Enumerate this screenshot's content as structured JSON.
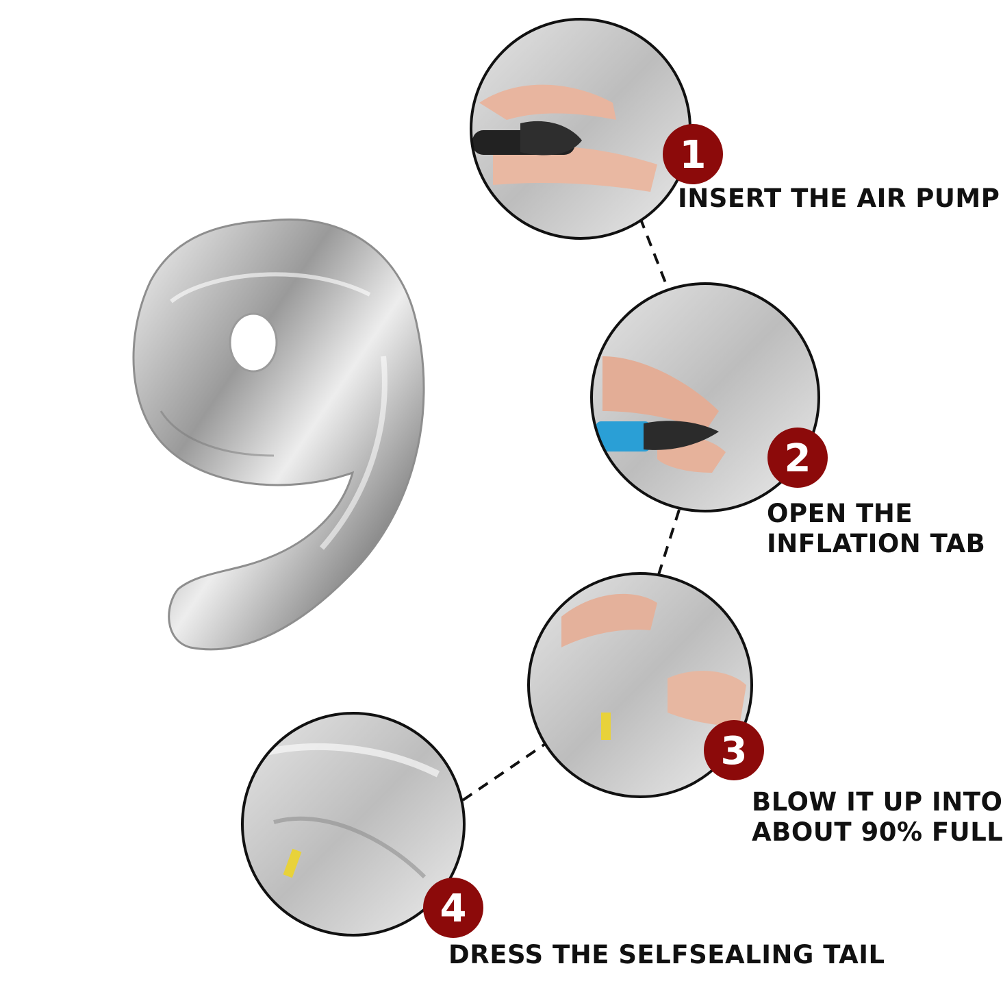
{
  "balloon": {
    "digit": "9",
    "color": "#c4c4c4"
  },
  "colors": {
    "badge": "#8c0a0a",
    "badge_text": "#ffffff",
    "circle_border": "#111111",
    "connector": "#111111"
  },
  "steps": [
    {
      "number": "1",
      "lines": [
        "INSERT THE AIR PUMP"
      ]
    },
    {
      "number": "2",
      "lines": [
        "OPEN THE",
        "INFLATION TAB"
      ]
    },
    {
      "number": "3",
      "lines": [
        "BLOW IT UP INTO",
        "ABOUT 90% FULL"
      ]
    },
    {
      "number": "4",
      "lines": [
        "DRESS THE SELFSEALING TAIL"
      ]
    }
  ]
}
